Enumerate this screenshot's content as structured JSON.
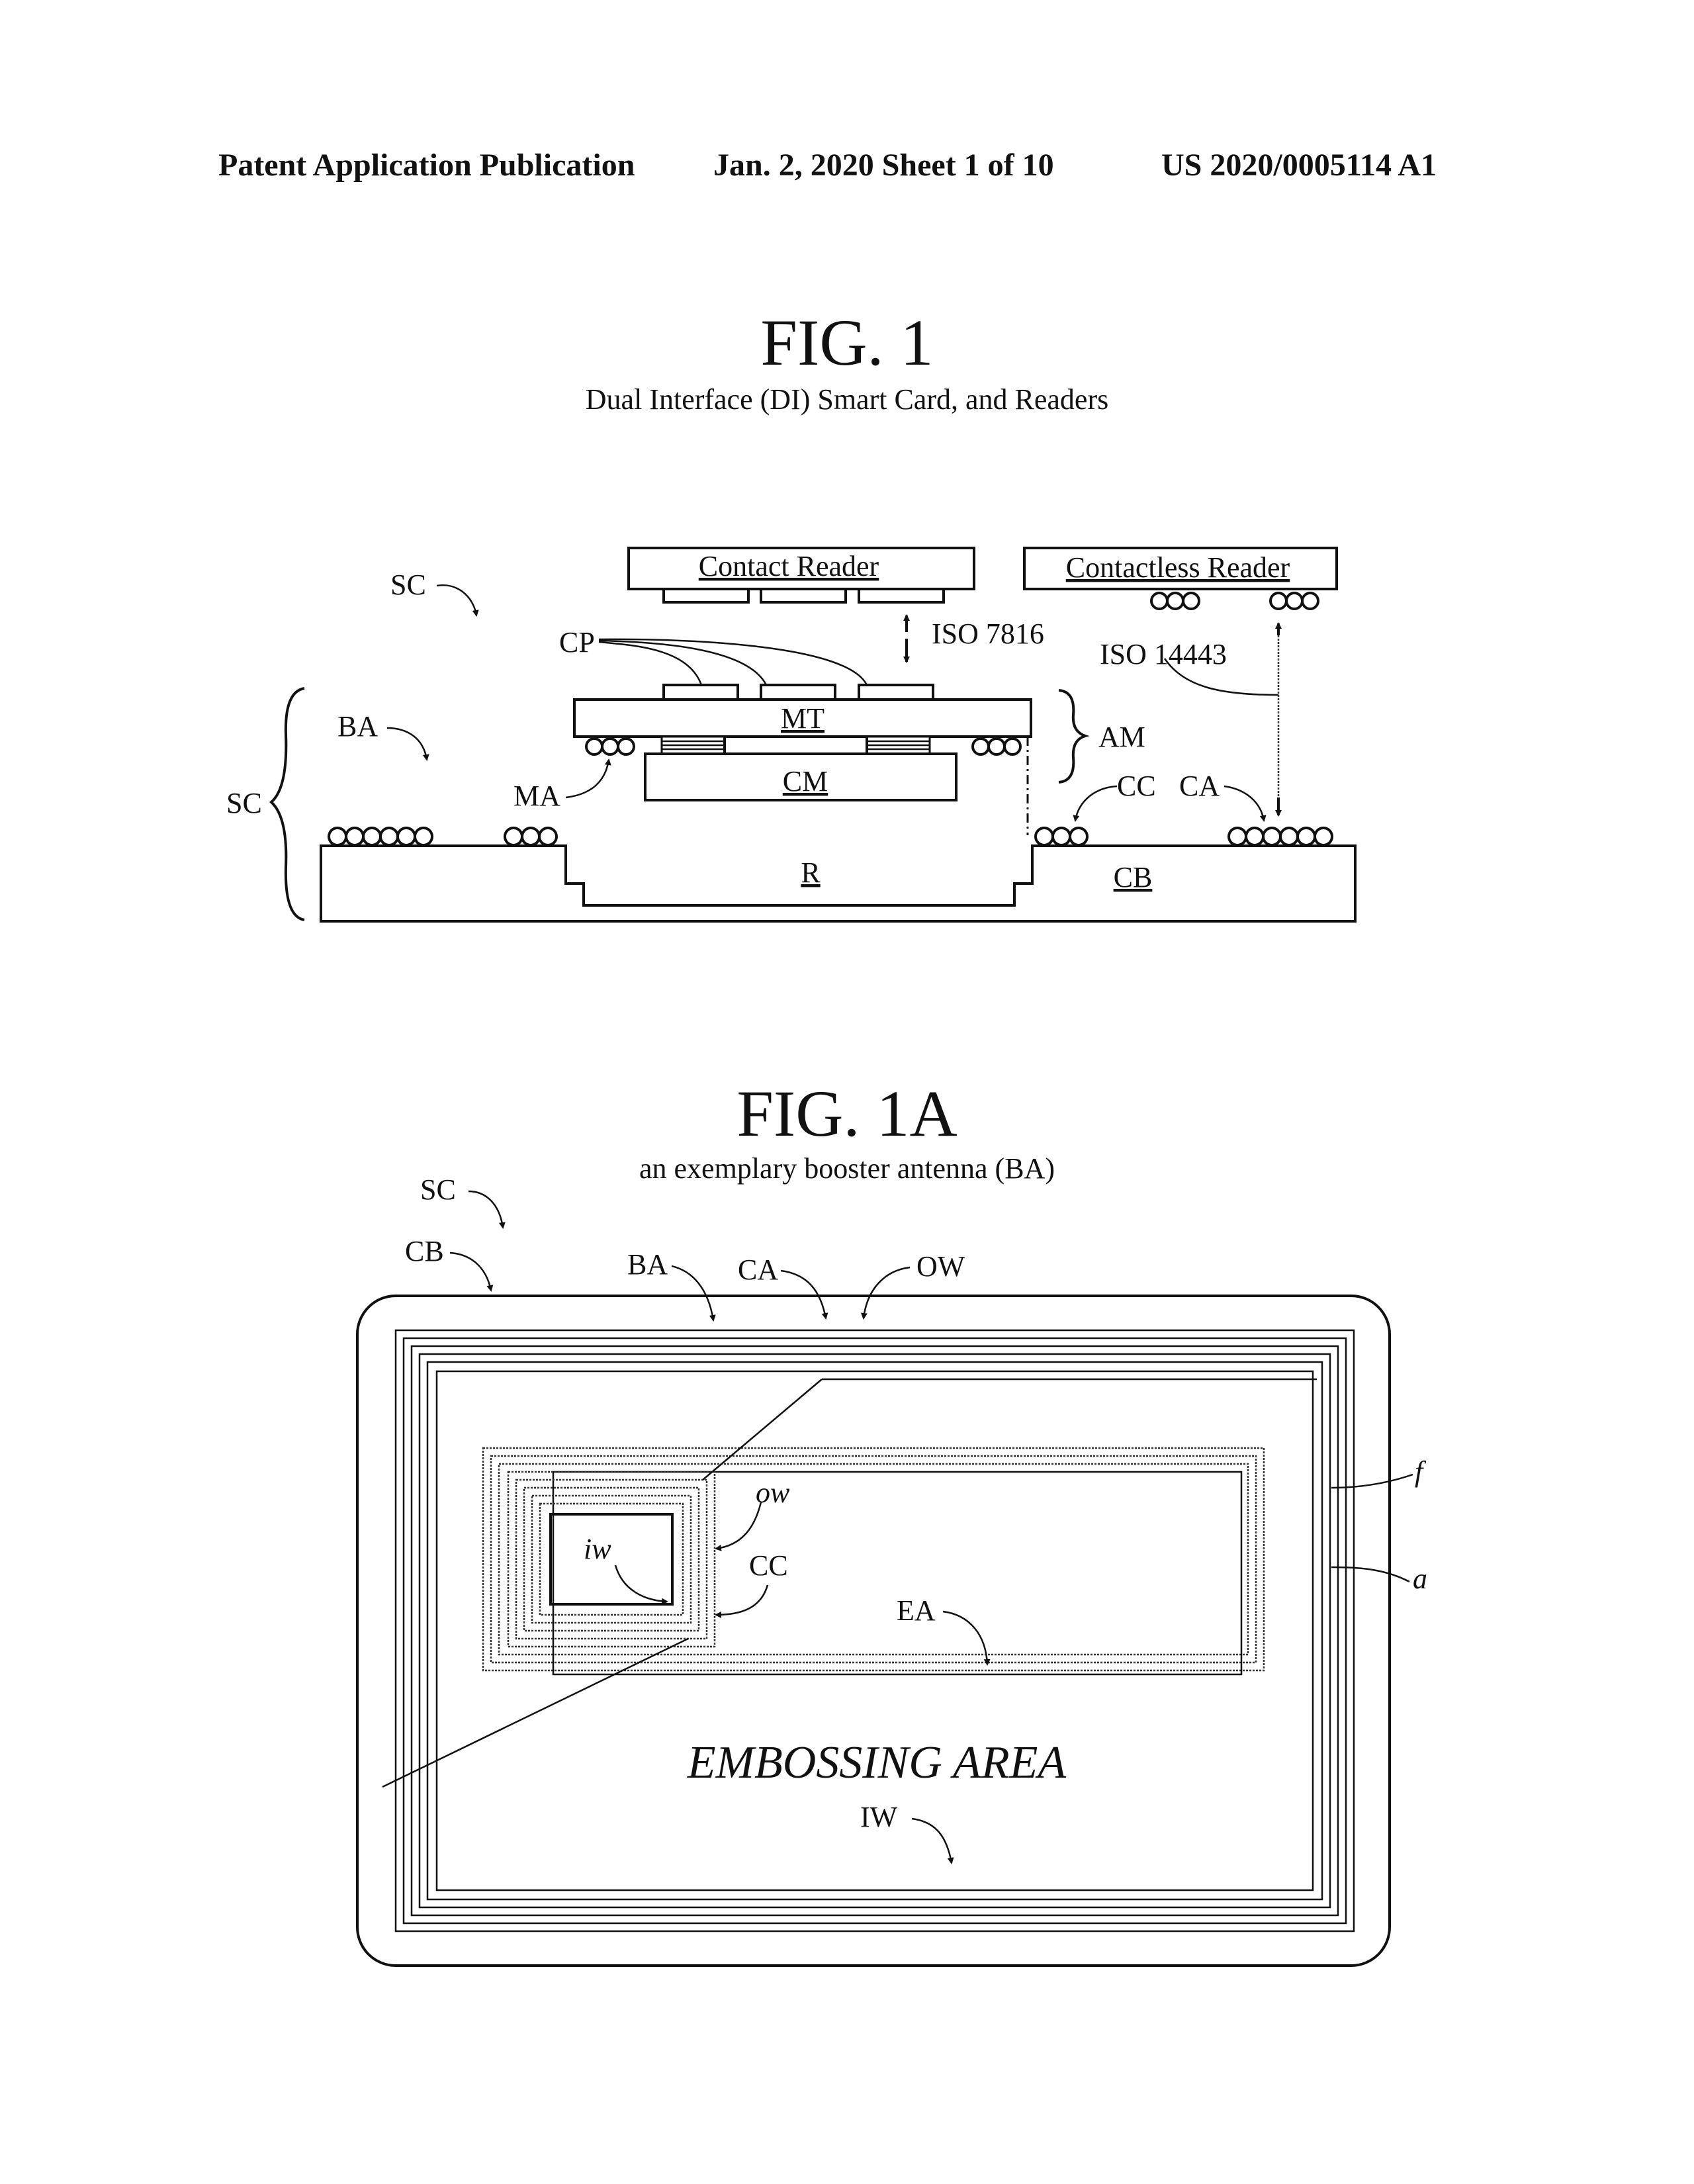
{
  "header": {
    "publication": "Patent Application Publication",
    "date_sheet": "Jan. 2, 2020   Sheet 1 of 10",
    "number": "US 2020/0005114 A1"
  },
  "fig1": {
    "title": "FIG. 1",
    "subtitle": "Dual Interface (DI) Smart Card, and Readers",
    "labels": {
      "contact_reader": "Contact Reader",
      "contactless_reader": "Contactless Reader",
      "iso7816": "ISO 7816",
      "iso14443": "ISO 14443",
      "sc_top": "SC",
      "sc_side": "SC",
      "cp": "CP",
      "ba": "BA",
      "mt": "MT",
      "am": "AM",
      "cm": "CM",
      "ma": "MA",
      "cc": "CC",
      "ca": "CA",
      "r": "R",
      "cb": "CB"
    }
  },
  "fig1a": {
    "title": "FIG. 1A",
    "subtitle": "an exemplary booster antenna (BA)",
    "labels": {
      "sc": "SC",
      "cb": "CB",
      "ba": "BA",
      "ca": "CA",
      "ow_upper": "OW",
      "ow_lower": "ow",
      "iw_lower": "iw",
      "cc": "CC",
      "ea": "EA",
      "f": "f",
      "a": "a",
      "embossing": "EMBOSSING AREA",
      "iw_upper": "IW"
    }
  }
}
